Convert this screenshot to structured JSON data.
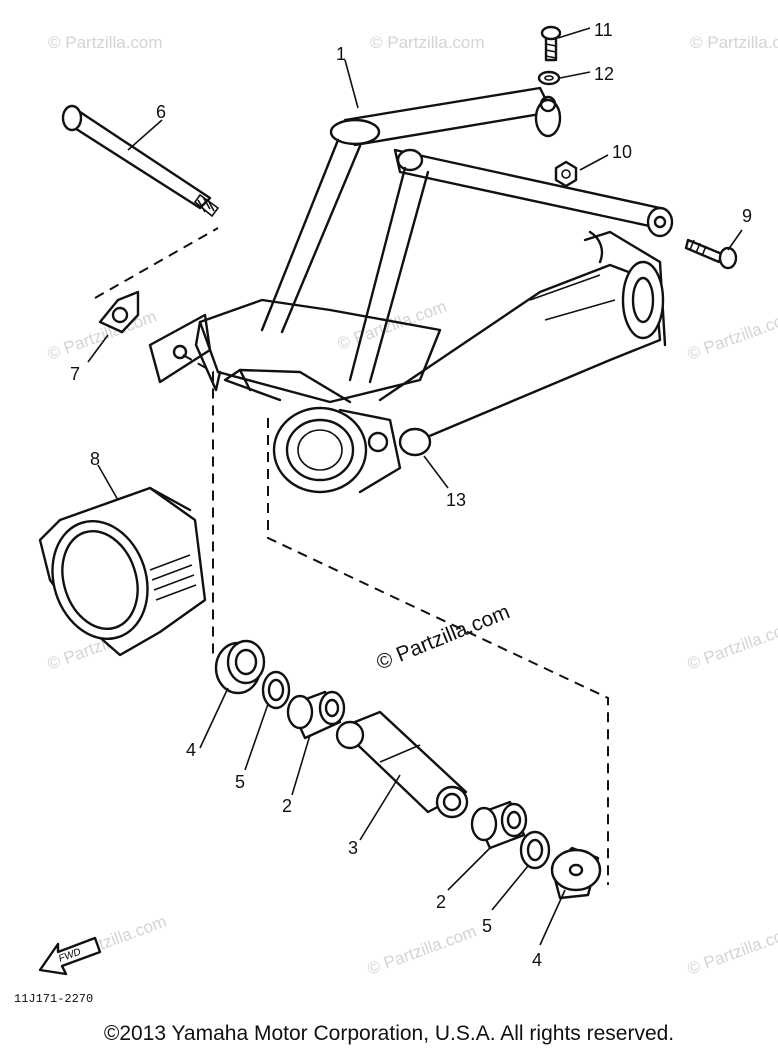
{
  "watermark": "© Partzilla.com",
  "callouts": {
    "c1": "1",
    "c2a": "2",
    "c2b": "2",
    "c3": "3",
    "c4a": "4",
    "c4b": "4",
    "c5a": "5",
    "c5b": "5",
    "c6": "6",
    "c7": "7",
    "c8": "8",
    "c9": "9",
    "c10": "10",
    "c11": "11",
    "c12": "12",
    "c13": "13"
  },
  "fwd_label": "FWD",
  "diagram_code": "11J171-2270",
  "copyright": "©2013 Yamaha Motor Corporation, U.S.A. All rights reserved."
}
